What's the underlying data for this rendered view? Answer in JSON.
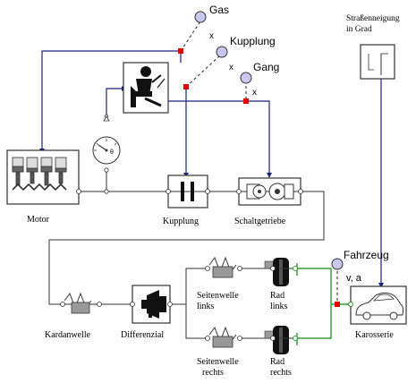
{
  "blocks": {
    "motor": "Motor",
    "kupplung": "Kupplung",
    "schaltgetriebe": "Schaltgetriebe",
    "kardanwelle": "Kardanwelle",
    "differenzial": "Differenzial",
    "seitenwelle_links_1": "Seitenwelle",
    "seitenwelle_links_2": "links",
    "seitenwelle_rechts_1": "Seitenwelle",
    "seitenwelle_rechts_2": "rechts",
    "rad_links_1": "Rad",
    "rad_links_2": "links",
    "rad_rechts_1": "Rad",
    "rad_rechts_2": "rechts",
    "karosserie": "Karosserie",
    "strasse_1": "Straßenneigung",
    "strasse_2": "in Grad"
  },
  "signals": {
    "gas": "Gas",
    "kupplung": "Kupplung",
    "gang": "Gang",
    "fahrzeug": "Fahrzeug",
    "x": "x",
    "va": "v, a"
  },
  "colors": {
    "signal": "#1a237e",
    "mech": "#333333",
    "green": "#0a8a0a",
    "marker": "#e00000",
    "sensor": "#c8c8f0"
  }
}
